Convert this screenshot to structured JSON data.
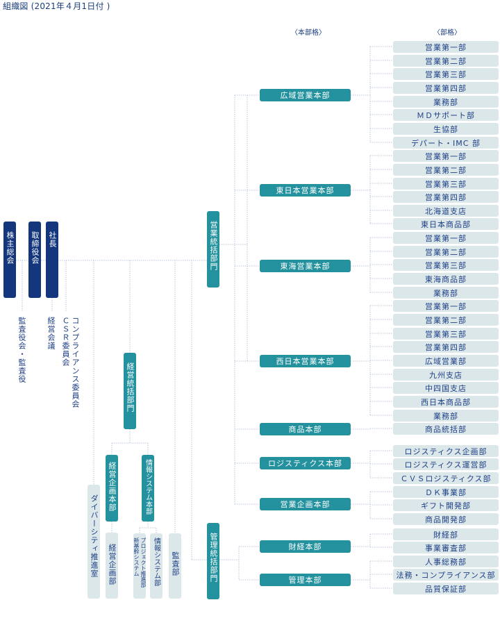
{
  "title": "組織図 (2021年４月1日付 )",
  "column_headers": {
    "hq": "〈本部格〉",
    "dept": "〈部格〉"
  },
  "colors": {
    "top_level": "#13367d",
    "division": "#24919e",
    "department": "#dce7ea",
    "text": "#1d3f86",
    "connector": "#b8c6dc"
  },
  "top": {
    "shareholders": "株主総会",
    "board": "取締役会",
    "president": "社長",
    "auditors": "監査役会・監査役",
    "management_meeting": "経営会議",
    "csr_committee": "ＣＳＲ委員会",
    "compliance_committee": "コンプライアンス委員会"
  },
  "left_units": {
    "diversity": "ダイバーシティ推進室",
    "mgmt_division": "経営統括部門",
    "mgmt_planning_hq": "経営企画本部",
    "mgmt_planning_dept": "経営企画部",
    "info_sys_hq": "情報システム本部",
    "new_core_sys": [
      "新基幹システム",
      "プロジェクト推進部"
    ],
    "info_sys_dept": "情報システム部",
    "audit": "監査部"
  },
  "sales_division": "営業統括部門",
  "admin_division": "管理統括部門",
  "headquarters": [
    {
      "name": "広域営業本部",
      "depts": [
        "営業第一部",
        "営業第二部",
        "営業第三部",
        "営業第四部",
        "業務部",
        "ＭＤサポート部",
        "生協部",
        "デパート・IMC 部"
      ]
    },
    {
      "name": "東日本営業本部",
      "depts": [
        "営業第一部",
        "営業第二部",
        "営業第三部",
        "営業第四部",
        "北海道支店",
        "東日本商品部"
      ]
    },
    {
      "name": "東海営業本部",
      "depts": [
        "営業第一部",
        "営業第二部",
        "営業第三部",
        "東海商品部",
        "業務部"
      ]
    },
    {
      "name": "西日本営業本部",
      "depts": [
        "営業第一部",
        "営業第二部",
        "営業第三部",
        "営業第四部",
        "広域営業部",
        "九州支店",
        "中四国支店",
        "西日本商品部",
        "業務部"
      ]
    },
    {
      "name": "商品本部",
      "depts": [
        "商品統括部"
      ]
    },
    {
      "name": "ロジスティクス本部",
      "depts": [
        "ロジスティクス企画部",
        "ロジスティクス運営部",
        "ＣＶＳロジスティクス部"
      ]
    },
    {
      "name": "営業企画本部",
      "depts": [
        "ＤＫ事業部",
        "ギフト開発部",
        "商品開発部"
      ]
    },
    {
      "name": "財経本部",
      "depts": [
        "財経部",
        "事業審査部"
      ]
    },
    {
      "name": "管理本部",
      "depts": [
        "人事総務部",
        "法務・コンプライアンス部",
        "品質保証部"
      ]
    }
  ]
}
